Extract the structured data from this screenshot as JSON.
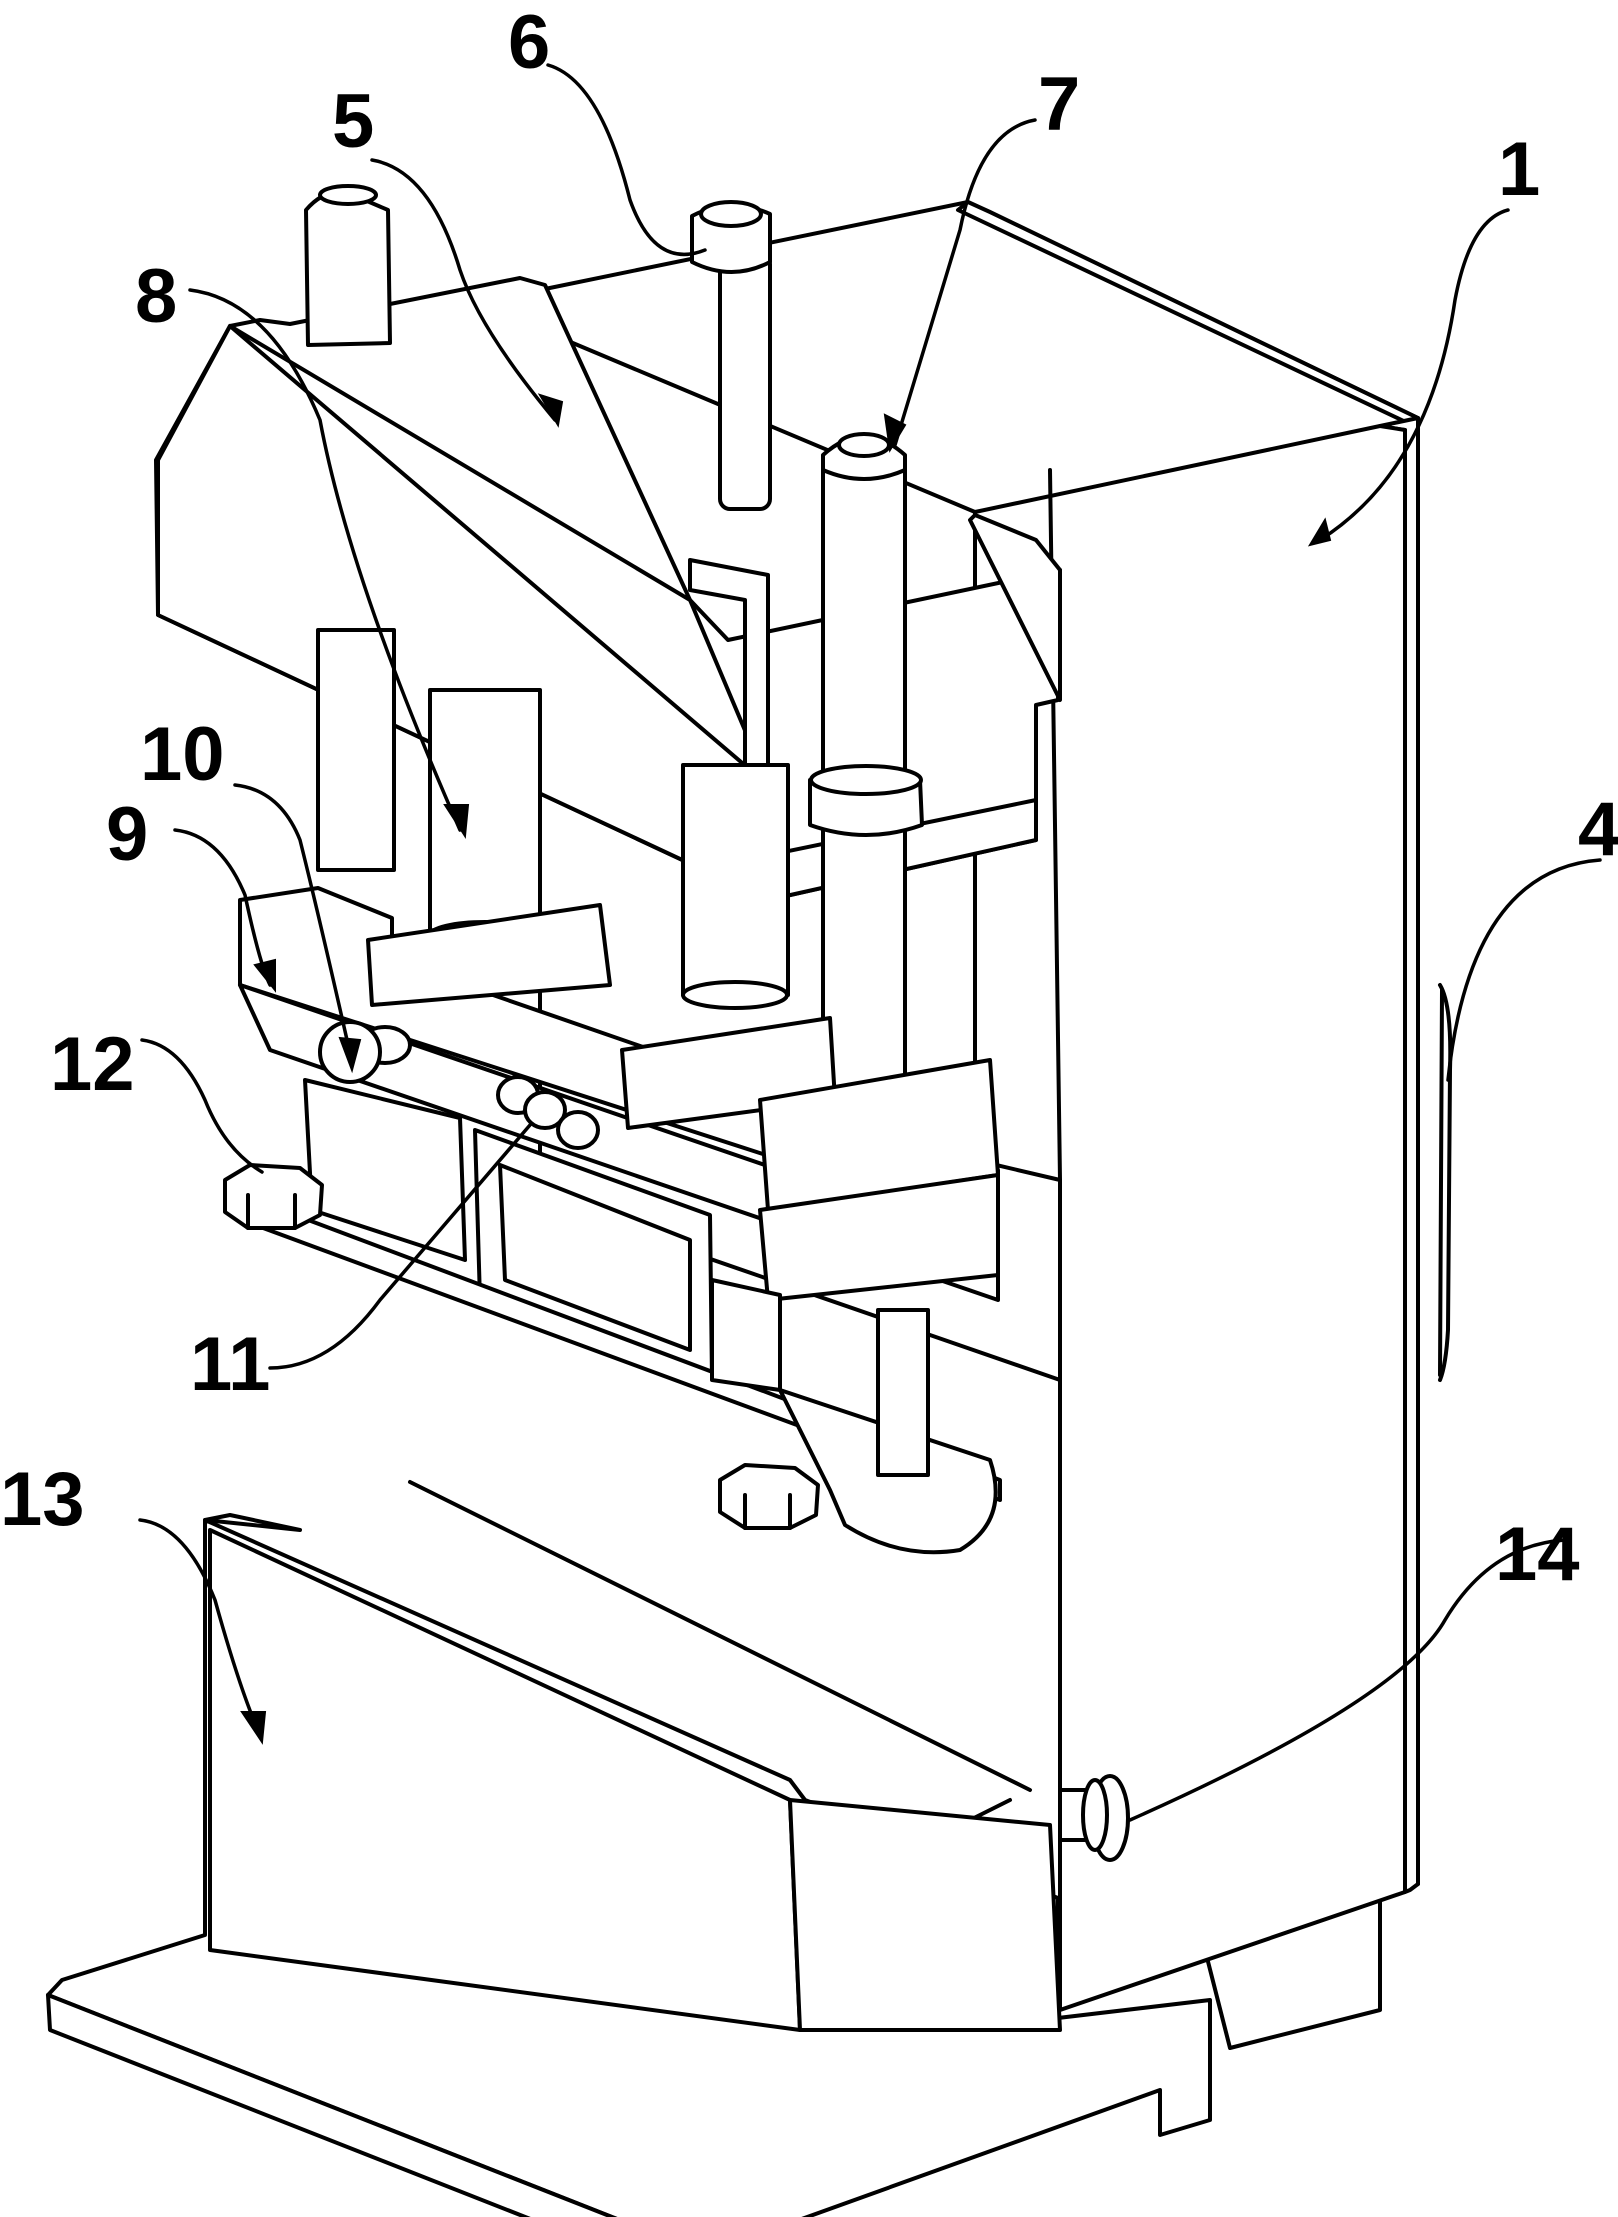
{
  "figure": {
    "type": "patent line drawing",
    "line_color": "#000000",
    "background": "#ffffff"
  },
  "labels": [
    {
      "id": "1",
      "text": "1"
    },
    {
      "id": "4",
      "text": "4"
    },
    {
      "id": "5",
      "text": "5"
    },
    {
      "id": "6",
      "text": "6"
    },
    {
      "id": "7",
      "text": "7"
    },
    {
      "id": "8",
      "text": "8"
    },
    {
      "id": "9",
      "text": "9"
    },
    {
      "id": "10",
      "text": "10"
    },
    {
      "id": "11",
      "text": "11"
    },
    {
      "id": "12",
      "text": "12"
    },
    {
      "id": "13",
      "text": "13"
    },
    {
      "id": "14",
      "text": "14"
    }
  ]
}
